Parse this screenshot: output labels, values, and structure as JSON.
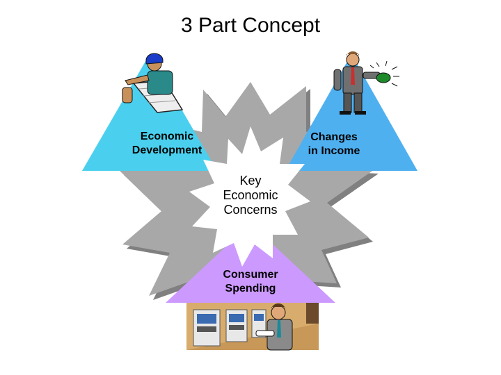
{
  "slide": {
    "title": "3 Part Concept",
    "center": {
      "line1": "Key",
      "line2": "Economic",
      "line3": "Concerns"
    },
    "parts": [
      {
        "line1": "Economic",
        "line2": "Development",
        "color": "#4ad0ee",
        "icon": "construction-worker-with-blueprint"
      },
      {
        "line1": "Changes",
        "line2": "in Income",
        "color": "#4fb0f0",
        "icon": "businessman-holding-money"
      },
      {
        "line1": "Consumer",
        "line2": "Spending",
        "color": "#cc99ff",
        "icon": "shopper-at-vending-machines"
      }
    ],
    "colors": {
      "burst_outer": "#a8a8a8",
      "burst_shadow": "#808080",
      "burst_inner": "#ffffff"
    }
  }
}
